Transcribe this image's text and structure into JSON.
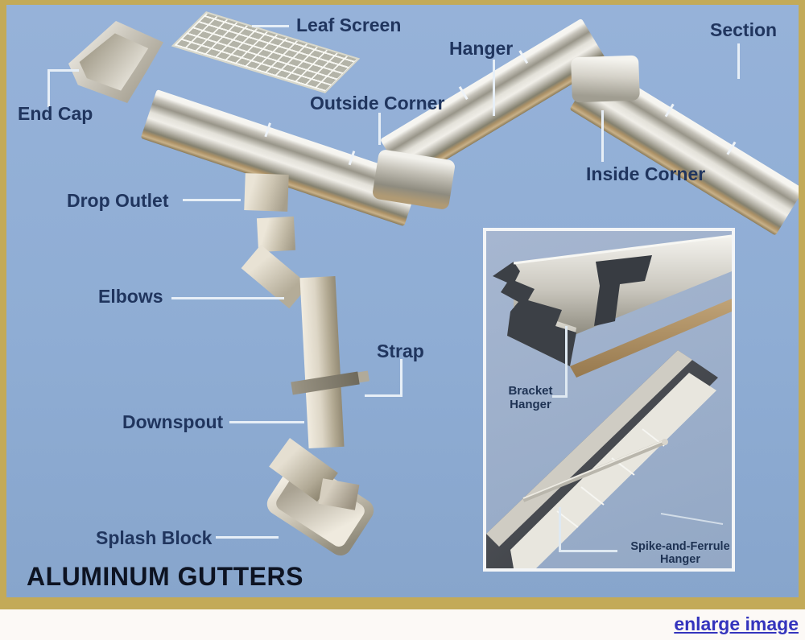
{
  "diagram": {
    "title": "ALUMINUM GUTTERS",
    "labels": {
      "leaf_screen": "Leaf Screen",
      "hanger": "Hanger",
      "section": "Section",
      "end_cap": "End Cap",
      "outside_corner": "Outside Corner",
      "inside_corner": "Inside Corner",
      "drop_outlet": "Drop Outlet",
      "elbows": "Elbows",
      "strap": "Strap",
      "downspout": "Downspout",
      "splash_block": "Splash Block"
    },
    "inset": {
      "bracket_hanger": "Bracket Hanger",
      "spike_and_ferrule_hanger": "Spike-and-Ferrule Hanger"
    },
    "colors": {
      "frame_gold": "#c3aa58",
      "background_blue": "#8fadd4",
      "label_navy": "#20355e",
      "title_color": "#0d1322",
      "callout_white": "#e7eff7",
      "metal_light": "#f0eee8",
      "metal_dark": "#84816f",
      "metal_bronze": "#ac9166",
      "inset_border": "#f3f5f7",
      "link_blue": "#3434bd"
    }
  },
  "footer": {
    "enlarge_link": "enlarge image"
  }
}
